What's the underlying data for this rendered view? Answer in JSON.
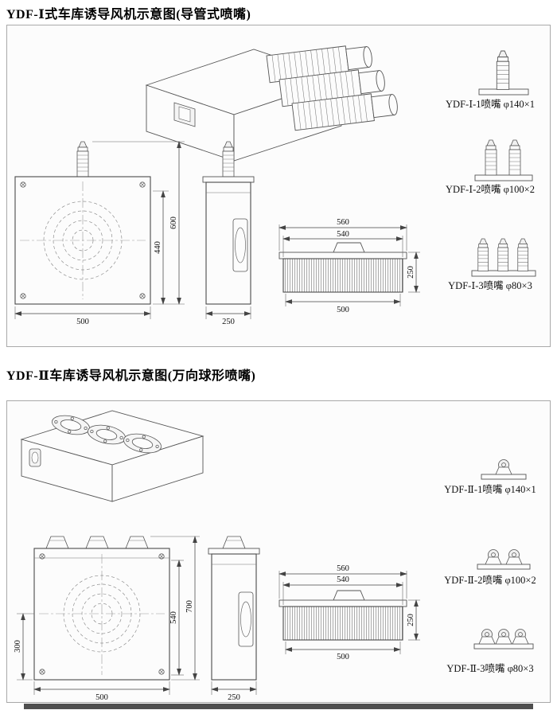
{
  "page": {
    "background": "#ffffff",
    "accent_line": "#4f4f4f"
  },
  "s1": {
    "title": "YDF-Ⅰ式车库诱导风机示意图(导管式喷嘴)",
    "front": {
      "width": "500",
      "inner_height": "440",
      "total_height": "600"
    },
    "side": {
      "depth": "250"
    },
    "top": {
      "outer_width": "560",
      "inner_width": "540",
      "depth": "250",
      "grille_width": "500"
    },
    "nozzles": [
      {
        "label": "YDF-Ⅰ-1喷嘴 φ140×1"
      },
      {
        "label": "YDF-Ⅰ-2喷嘴 φ100×2"
      },
      {
        "label": "YDF-Ⅰ-3喷嘴 φ80×3"
      }
    ]
  },
  "s2": {
    "title": "YDF-Ⅱ车库诱导风机示意图(万向球形喷嘴)",
    "front": {
      "width": "500",
      "bottom_height": "300",
      "inner_height": "540",
      "total_height": "700"
    },
    "side": {
      "depth": "250"
    },
    "top": {
      "outer_width": "560",
      "inner_width": "540",
      "depth": "250",
      "grille_width": "500"
    },
    "nozzles": [
      {
        "label": "YDF-Ⅱ-1喷嘴 φ140×1"
      },
      {
        "label": "YDF-Ⅱ-2喷嘴 φ100×2"
      },
      {
        "label": "YDF-Ⅱ-3喷嘴 φ80×3"
      }
    ]
  }
}
